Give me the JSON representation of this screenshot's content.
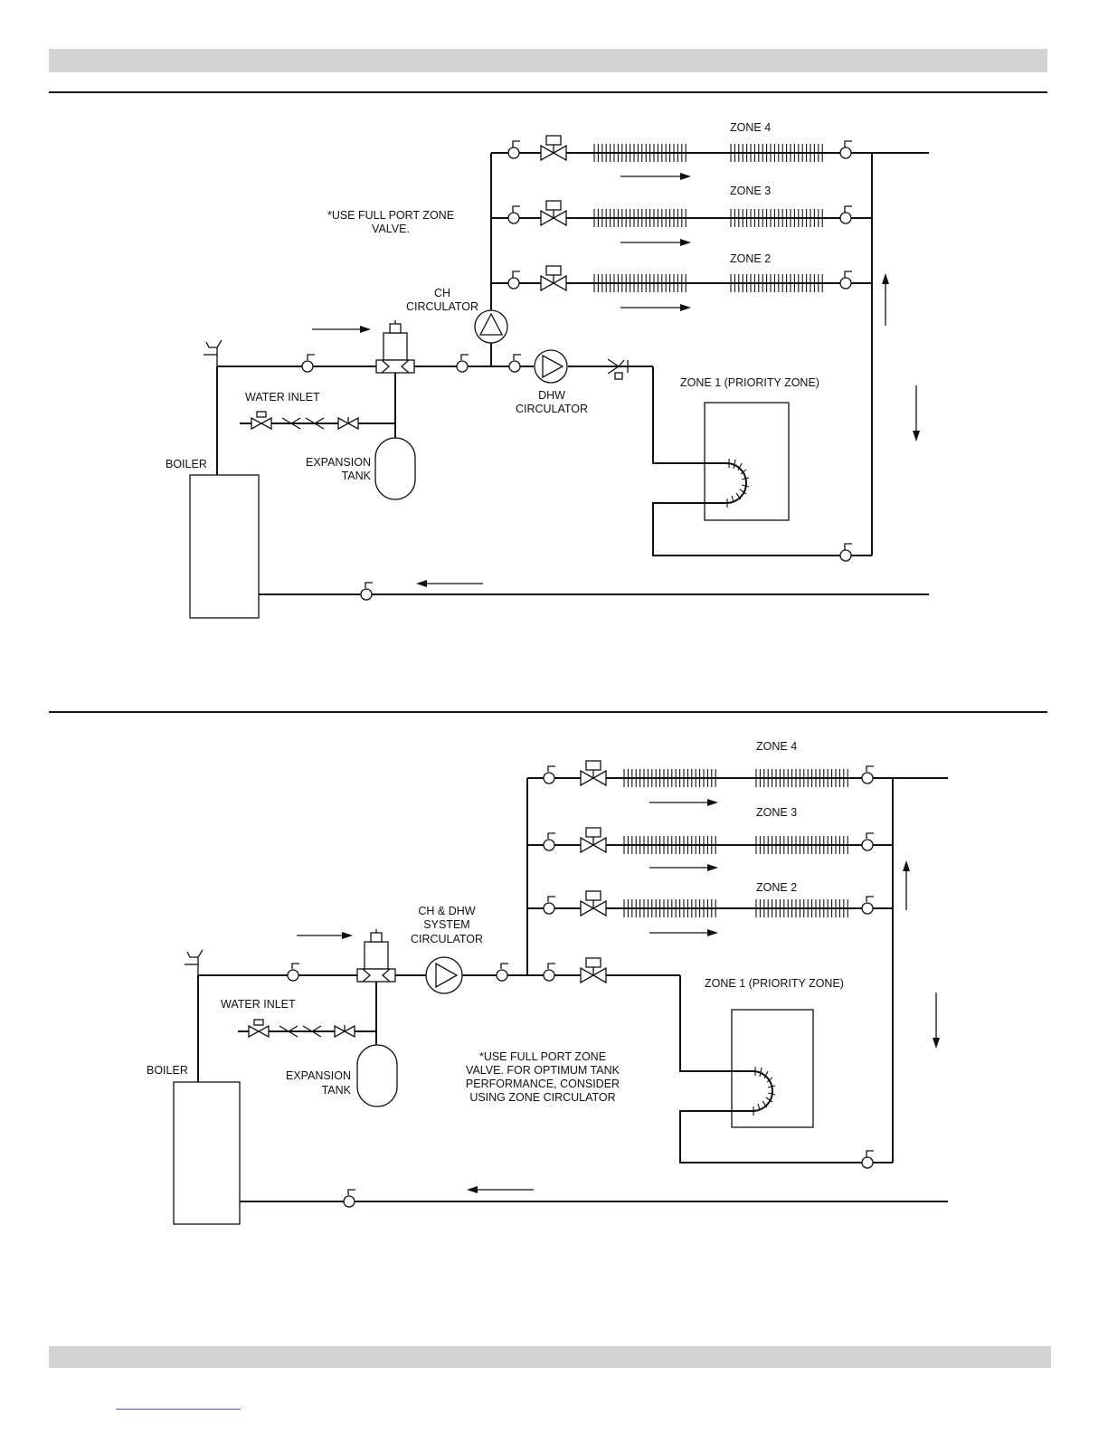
{
  "diagram_top": {
    "zones": [
      {
        "label": "ZONE 4"
      },
      {
        "label": "ZONE 3"
      },
      {
        "label": "ZONE 2"
      }
    ],
    "note": [
      "*USE FULL PORT ZONE",
      "VALVE."
    ],
    "ch_circulator": [
      "CH",
      "CIRCULATOR"
    ],
    "dhw_circulator": [
      "DHW",
      "CIRCULATOR"
    ],
    "water_inlet": "WATER INLET",
    "expansion_tank": [
      "EXPANSION",
      "TANK"
    ],
    "boiler": "BOILER",
    "priority_zone": "ZONE 1 (PRIORITY ZONE)"
  },
  "diagram_bottom": {
    "zones": [
      {
        "label": "ZONE 4"
      },
      {
        "label": "ZONE 3"
      },
      {
        "label": "ZONE 2"
      }
    ],
    "circulator": [
      "CH & DHW",
      "SYSTEM",
      "CIRCULATOR"
    ],
    "water_inlet": "WATER INLET",
    "expansion_tank": [
      "EXPANSION",
      "TANK"
    ],
    "boiler": "BOILER",
    "priority_zone": "ZONE 1 (PRIORITY ZONE)",
    "note": [
      "*USE FULL PORT ZONE",
      "VALVE.  FOR OPTIMUM TANK",
      "PERFORMANCE, CONSIDER",
      "USING ZONE CIRCULATOR"
    ]
  }
}
